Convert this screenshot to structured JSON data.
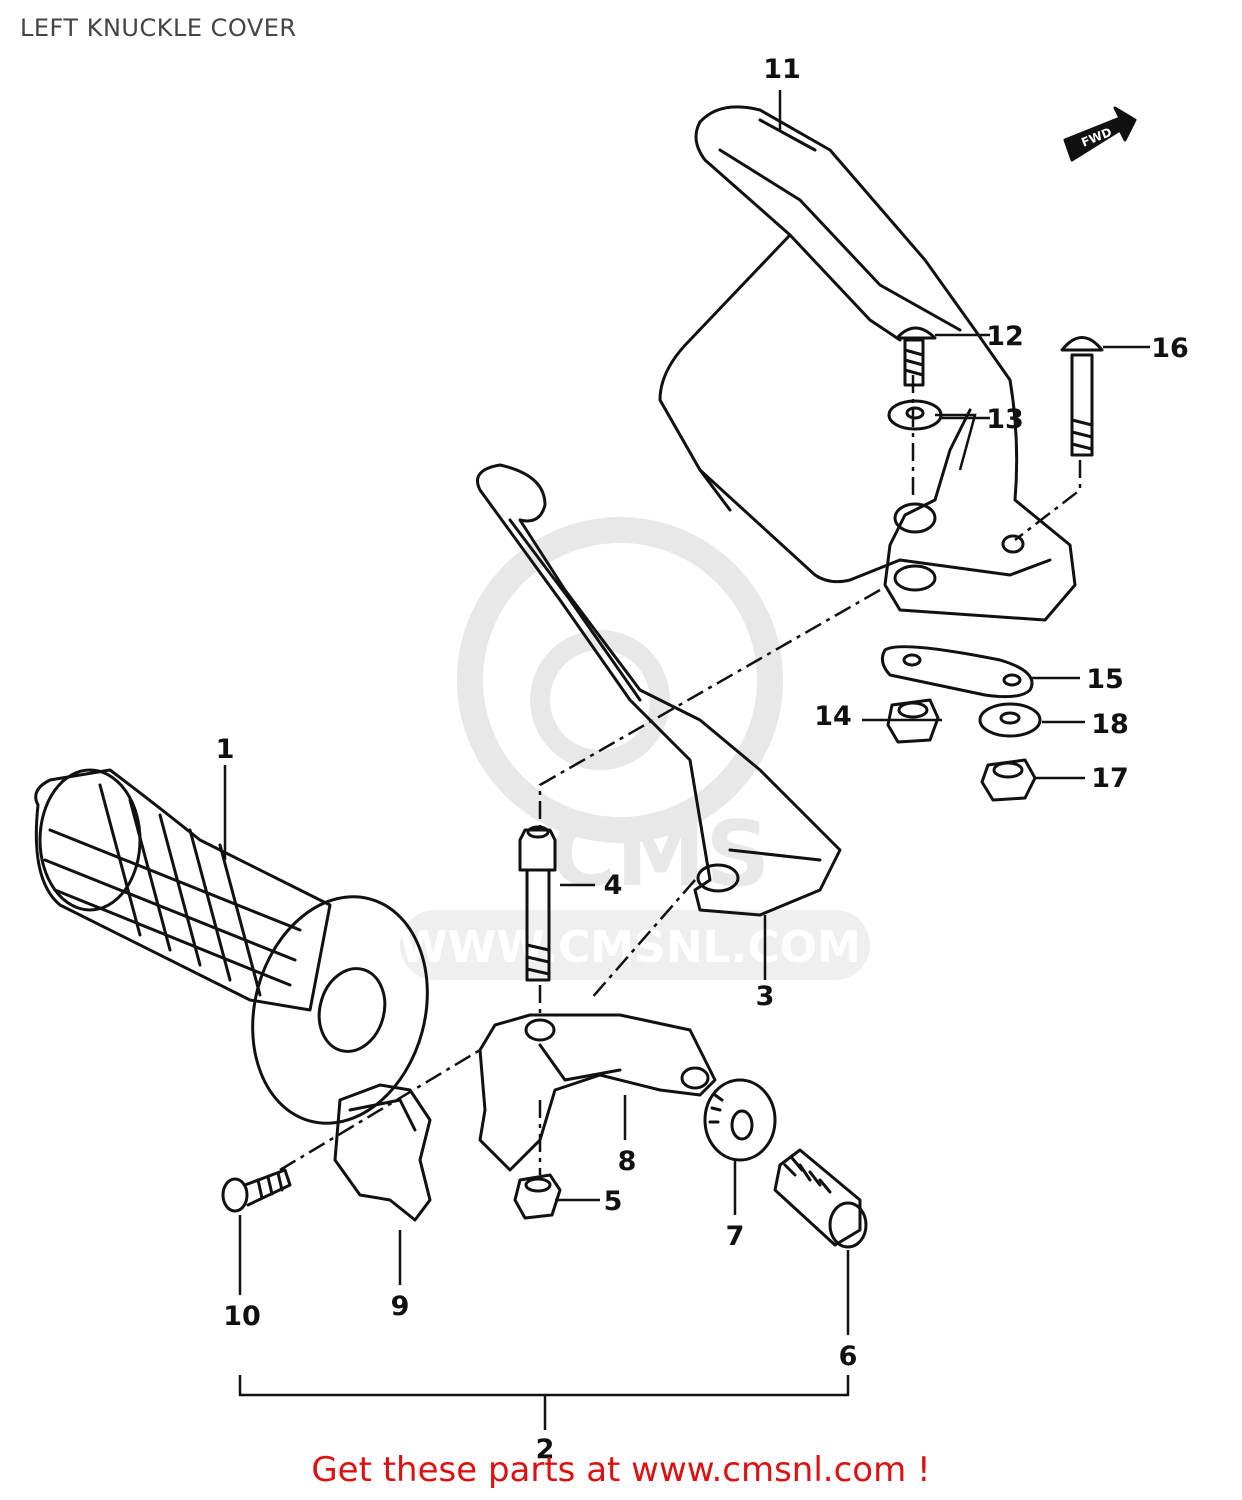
{
  "title": "LEFT KNUCKLE COVER",
  "footer": {
    "cta_text": "Get these parts at www.cmsnl.com !",
    "cta_color": "#dd1111"
  },
  "watermark": {
    "logo_text": "CMS",
    "url_text": "WWW.CMSNL.COM"
  },
  "direction_marker": {
    "text": "FWD"
  },
  "callouts": {
    "p1": "1",
    "p2": "2",
    "p3": "3",
    "p4": "4",
    "p5": "5",
    "p6": "6",
    "p7": "7",
    "p8": "8",
    "p9": "9",
    "p10": "10",
    "p11": "11",
    "p12": "12",
    "p13": "13",
    "p14": "14",
    "p15": "15",
    "p16": "16",
    "p17": "17",
    "p18": "18"
  }
}
